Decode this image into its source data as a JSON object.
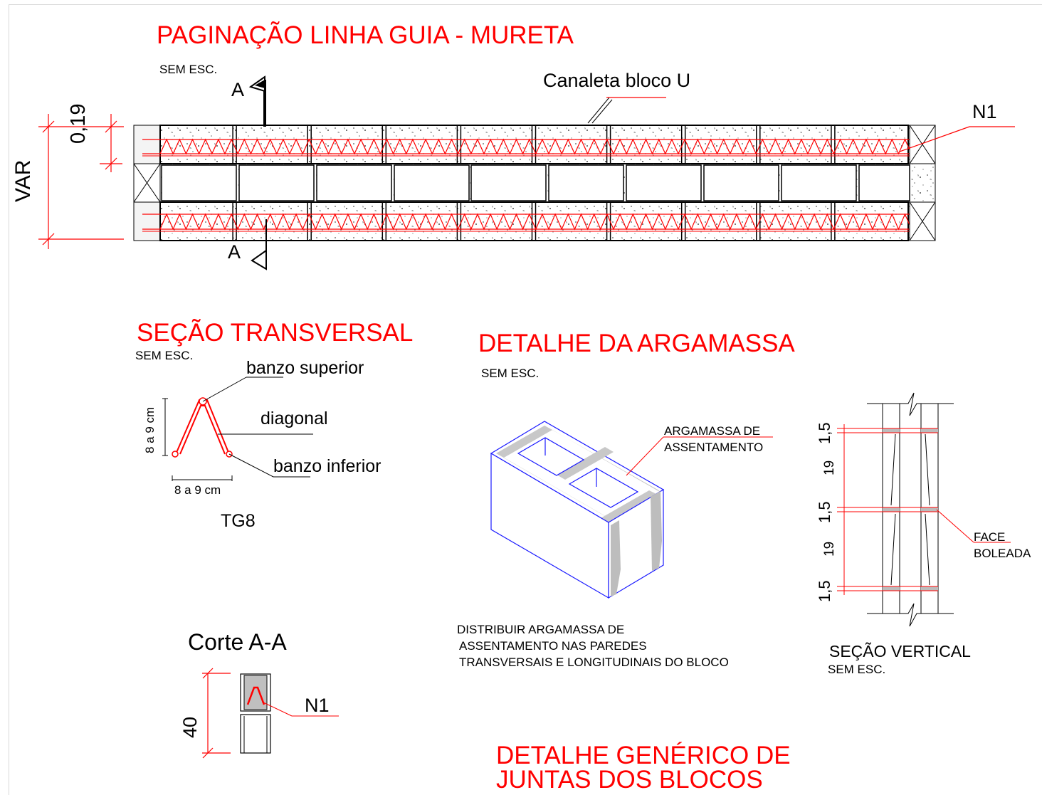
{
  "plan": {
    "title": "PAGINAÇÃO LINHA GUIA - MURETA",
    "scale": "SEM ESC.",
    "label_canaleta": "Canaleta bloco U",
    "label_n1": "N1",
    "section_mark": "A",
    "dim_var": "VAR",
    "dim_019": "0,19"
  },
  "secao_transversal": {
    "title": "SEÇÃO TRANSVERSAL",
    "scale": "SEM ESC.",
    "banzo_superior": "banzo superior",
    "diagonal": "diagonal",
    "banzo_inferior": "banzo inferior",
    "height_dim": "8 a 9 cm",
    "width_dim": "8 a 9 cm",
    "code": "TG8"
  },
  "corte": {
    "title": "Corte A-A",
    "dim": "40",
    "label_n1": "N1"
  },
  "argamassa": {
    "title": "DETALHE DA ARGAMASSA",
    "scale": "SEM ESC.",
    "label_1": "ARGAMASSA DE",
    "label_2": "ASSENTAMENTO",
    "note_1": "DISTRIBUIR ARGAMASSA DE",
    "note_2": "ASSENTAMENTO NAS PAREDES",
    "note_3": "TRANSVERSAIS E LONGITUDINAIS DO BLOCO"
  },
  "secao_vertical": {
    "title": "SEÇÃO VERTICAL",
    "scale": "SEM ESC.",
    "dim_joint": "1,5",
    "dim_block": "19",
    "face_1": "FACE",
    "face_2": "BOLEADA"
  },
  "juntas": {
    "title_1": "DETALHE GENÉRICO DE",
    "title_2": "JUNTAS DOS BLOCOS"
  }
}
